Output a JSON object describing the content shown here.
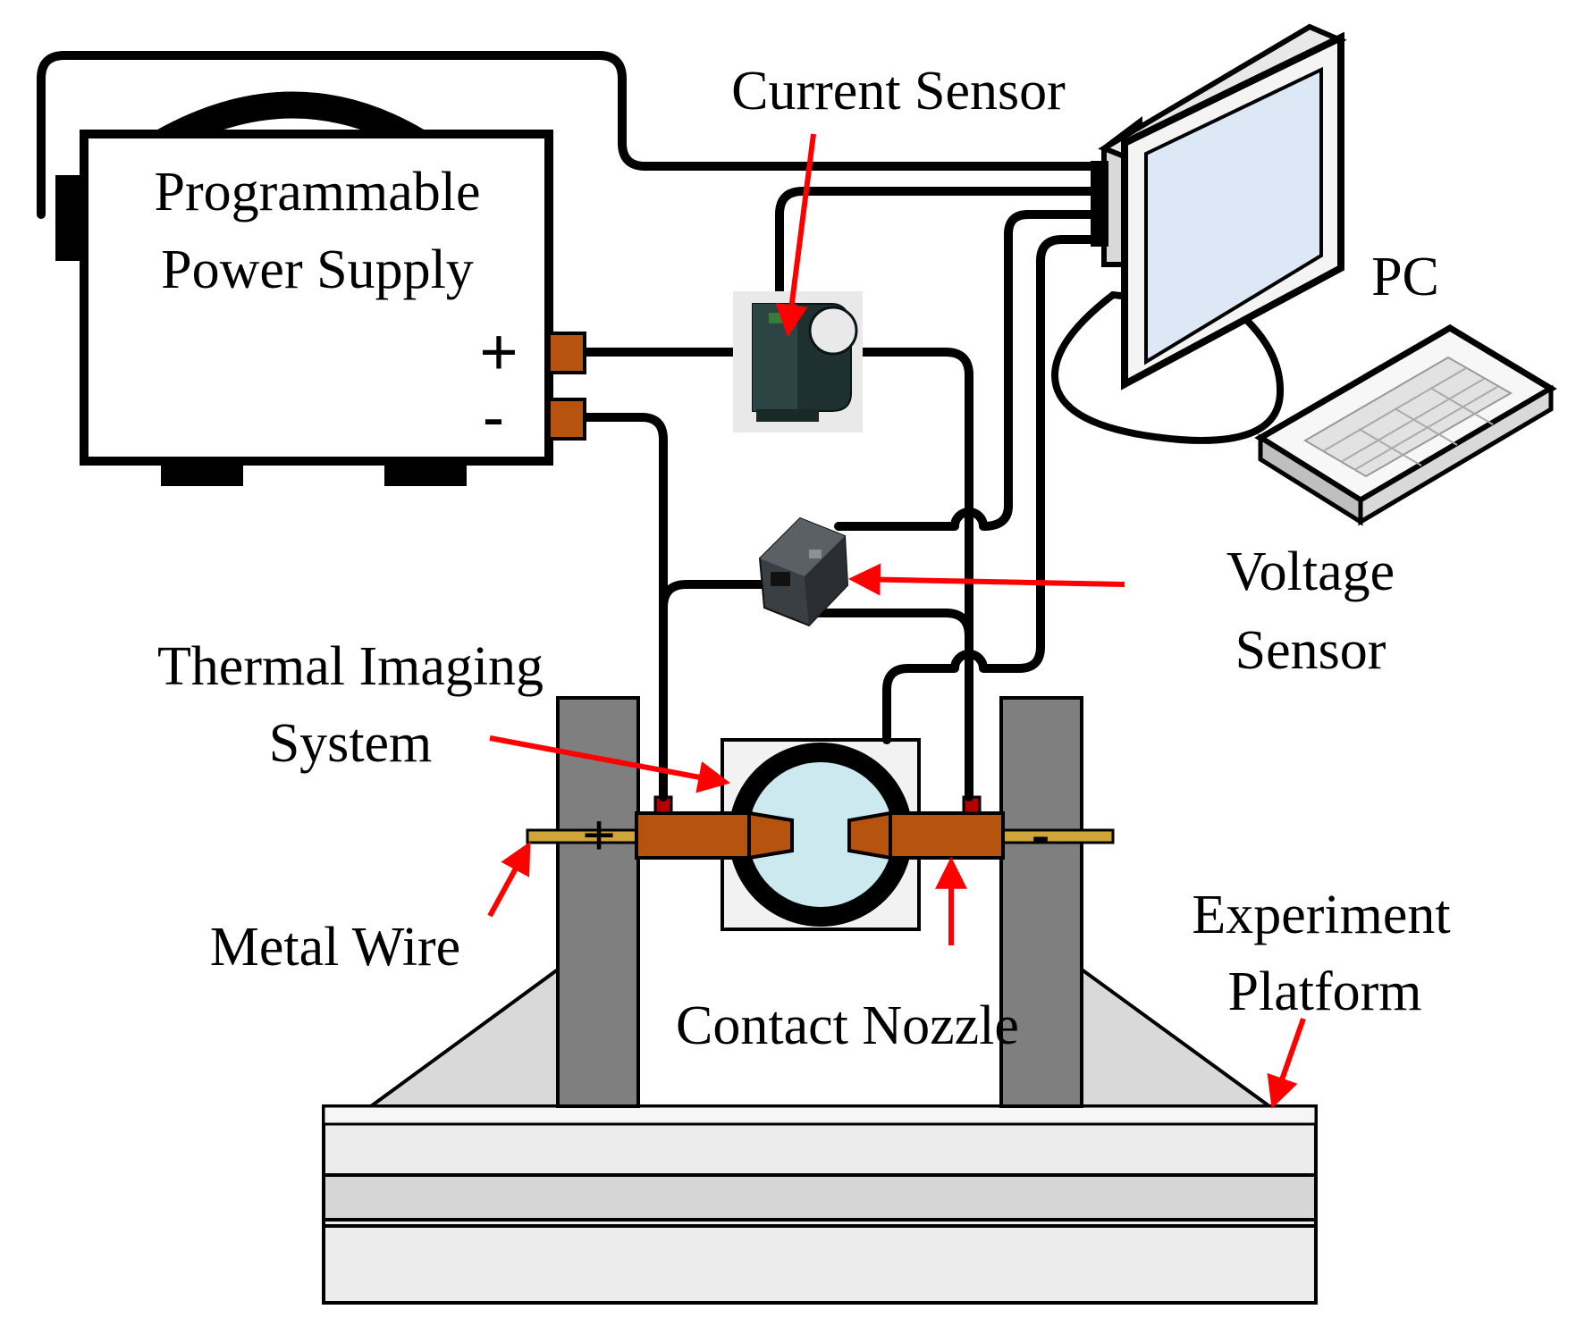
{
  "labels": {
    "power_supply_line1": "Programmable",
    "power_supply_line2": "Power Supply",
    "plus": "+",
    "minus": "-",
    "current_sensor": "Current Sensor",
    "pc": "PC",
    "voltage_sensor_line1": "Voltage",
    "voltage_sensor_line2": "Sensor",
    "thermal_imaging_line1": "Thermal Imaging",
    "thermal_imaging_line2": "System",
    "metal_wire": "Metal Wire",
    "contact_nozzle": "Contact Nozzle",
    "experiment_platform_line1": "Experiment",
    "experiment_platform_line2": "Platform",
    "electrode_plus": "+",
    "electrode_minus": "-"
  },
  "colors": {
    "arrow": "#ff0000",
    "copper": "#b5530f",
    "post": "#7f7f7f",
    "screen": "#dce8f5",
    "lens": "#cce9f0",
    "wire_rod": "#d1a43a"
  }
}
